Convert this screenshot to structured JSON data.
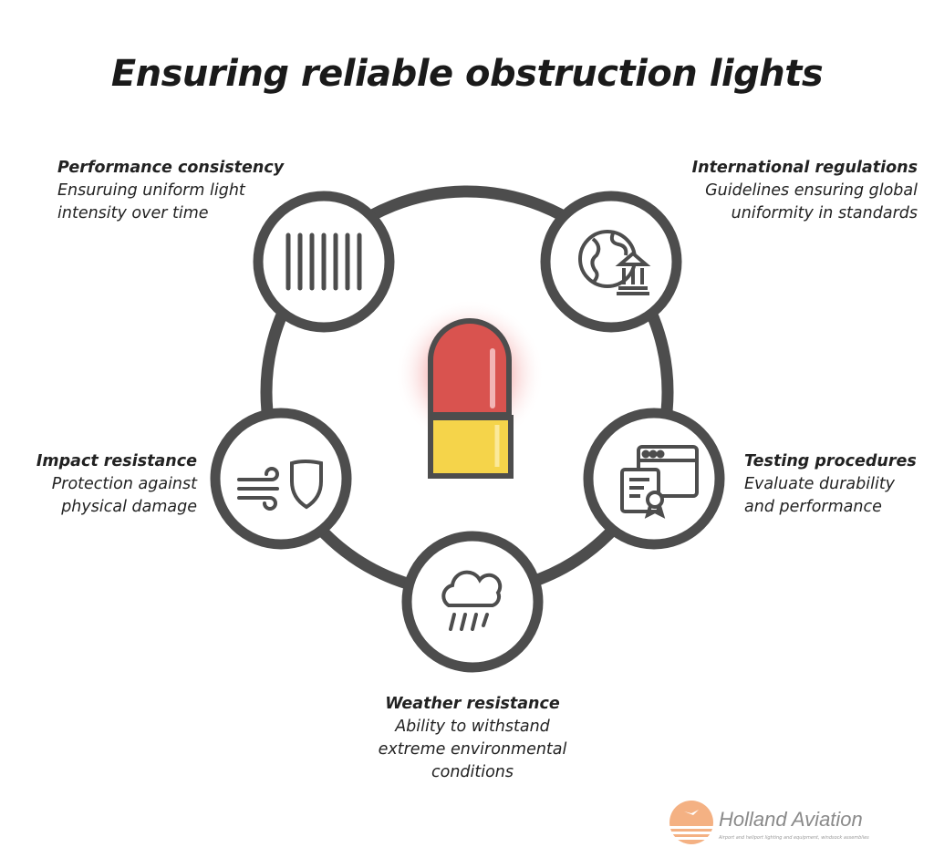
{
  "title": "Ensuring reliable obstruction lights",
  "nodes": [
    {
      "heading": "Performance consistency",
      "description_lines": [
        "Ensuruing uniform light",
        "intensity over time"
      ],
      "icon": "barcode-lines-icon"
    },
    {
      "heading": "International regulations",
      "description_lines": [
        "Guidelines ensuring global",
        "uniformity in standards"
      ],
      "icon": "globe-courthouse-icon"
    },
    {
      "heading": "Testing procedures",
      "description_lines": [
        "Evaluate durability",
        "and performance"
      ],
      "icon": "browser-certificate-icon"
    },
    {
      "heading": "Weather resistance",
      "description_lines": [
        "Ability to withstand",
        "extreme environmental",
        "conditions"
      ],
      "icon": "rain-cloud-icon"
    },
    {
      "heading": "Impact resistance",
      "description_lines": [
        "Protection against",
        "physical damage"
      ],
      "icon": "wind-shield-icon"
    }
  ],
  "center_icon": "obstruction-light-icon",
  "colors": {
    "ring": "#4d4d4d",
    "light_red": "#d9534f",
    "light_glow": "#f2a7a7",
    "base_yellow": "#f5d44a"
  },
  "logo": {
    "name": "Holland Aviation",
    "tagline": "Airport and heliport lighting and equipment, windsock assemblies"
  }
}
